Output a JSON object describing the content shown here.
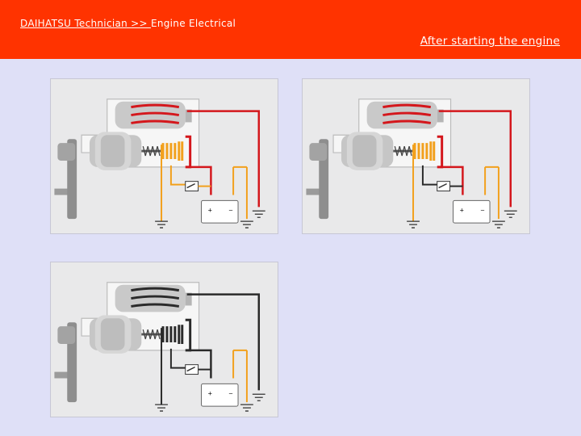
{
  "header": {
    "breadcrumb_link": "DAIHATSU Technician >> ",
    "breadcrumb_current": "Engine Electrical",
    "right_link": "After starting the engine"
  },
  "diagrams": [
    {
      "state": "energized-hold-and-pull",
      "coil_color": "#d4171c",
      "hold_coil": "#f2a01c",
      "switch_wire": "#f2a01c"
    },
    {
      "state": "energized-hold",
      "coil_color": "#d4171c",
      "hold_coil": "#f2a01c",
      "switch_wire": "#2a2a2a"
    },
    {
      "state": "de-energized",
      "coil_color": "#2a2a2a",
      "hold_coil": "#2a2a2a",
      "switch_wire": "#2a2a2a"
    }
  ],
  "colors": {
    "header_bg": "#ff3300",
    "page_bg": "#dfe0f7",
    "red_wire": "#d4171c",
    "orange_wire": "#f2a01c",
    "black_wire": "#2a2a2a"
  }
}
